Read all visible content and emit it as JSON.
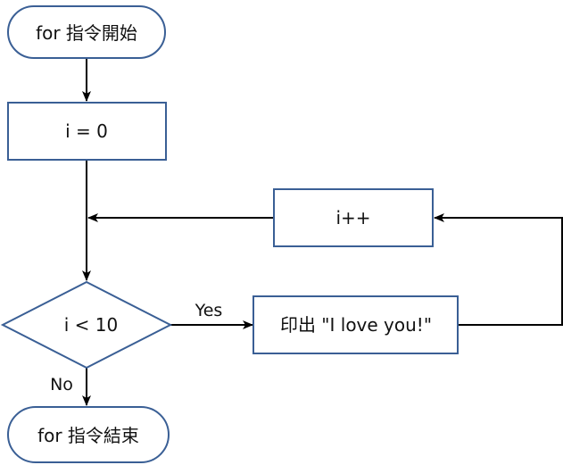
{
  "nodes": {
    "start": "for 指令開始",
    "init": "i = 0",
    "condition": "i < 10",
    "increment": "i++",
    "print": "印出 \"I love you!\"",
    "end": "for 指令結束"
  },
  "edges": {
    "yes_label": "Yes",
    "no_label": "No"
  },
  "colors": {
    "node_border": "#3a5f95",
    "line": "#000000"
  }
}
